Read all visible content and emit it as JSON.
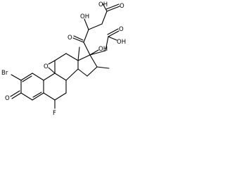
{
  "molecule": {
    "atom_labels": {
      "oh_top": "OH",
      "o_top_right": "O",
      "oh_acid": "OH",
      "o_ketone": "O",
      "oh_c17": "OH",
      "o_acid2": "O",
      "oh_acid2": "OH",
      "br": "Br",
      "o_epoxide": "O",
      "o_c3": "O",
      "f": "F"
    },
    "colors": {
      "bond": "#000000",
      "text": "#000000",
      "background": "#ffffff"
    }
  }
}
